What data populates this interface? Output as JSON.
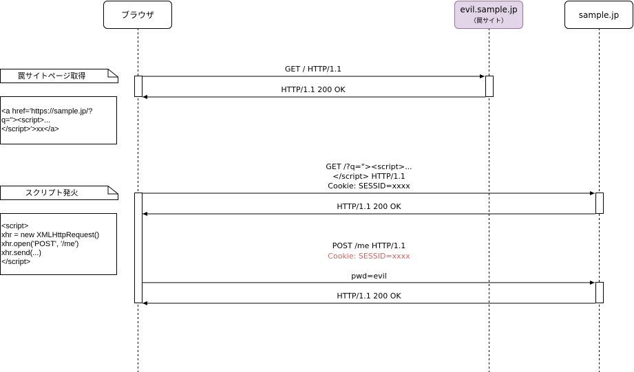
{
  "actors": {
    "browser": "ブラウザ",
    "evil": "evil.sample.jp",
    "evil_sub": "（罠サイト）",
    "sample": "sample.jp"
  },
  "notes": [
    {
      "title": "罠サイトページ取得",
      "code": [
        "<a href='https://sample.jp/?",
        "q=\"><script>...",
        "</script>'>xx</a>"
      ]
    },
    {
      "title": "スクリプト発火",
      "code": [
        "<script>",
        "xhr = new XMLHttpRequest()",
        "xhr.open('POST', '/me')",
        "xhr.send(...)",
        "</script>"
      ]
    }
  ],
  "messages": {
    "m1": "GET / HTTP/1.1",
    "m2": "HTTP/1.1 200 OK",
    "m3": [
      "GET /?q=\"><script>...",
      "</script> HTTP/1.1",
      "Cookie: SESSID=xxxx"
    ],
    "m4": "HTTP/1.1 200 OK",
    "m5a": "POST /me HTTP/1.1",
    "m5b": "Cookie: SESSID=xxxx",
    "m5c": "pwd=evil",
    "m6": "HTTP/1.1 200 OK"
  },
  "colors": {
    "highlight": "#d9645e",
    "evil_fill": "#e1d5e7"
  }
}
